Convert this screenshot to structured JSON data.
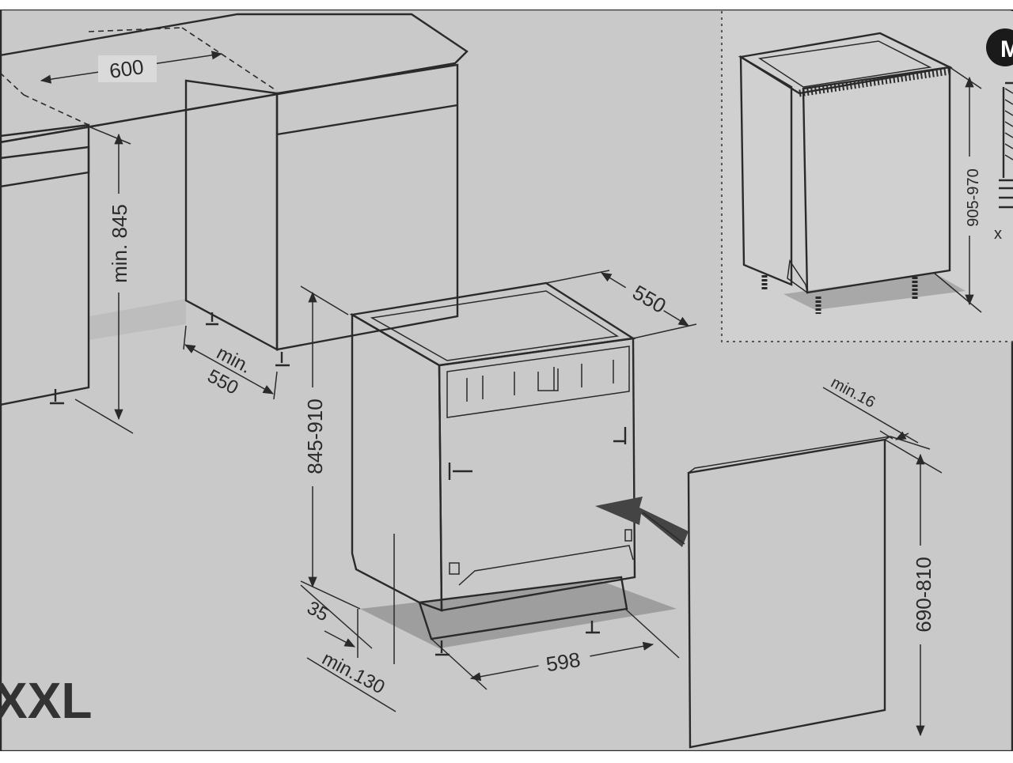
{
  "dimensions": {
    "top_width": "600",
    "min_height": "min. 845",
    "min_depth_line1": "min.",
    "min_depth_line2": "550",
    "depth": "550",
    "appliance_height": "845-910",
    "plinth_offset": "35",
    "plinth_min": "min.130",
    "appliance_width": "598",
    "panel_min_thickness": "min.16",
    "panel_height": "690-810",
    "inset_height": "905-970"
  },
  "model_label": "XXL",
  "inset_badge_letter": "M",
  "inset_multiplier": "x",
  "colors": {
    "floor": "#c9c9c9",
    "cabinet": "#d6d6d6",
    "cabinet_dark": "#a9a9a9",
    "countertop": "#d9d9d9",
    "appliance": "#ffffff",
    "outline": "#2a2a2a"
  }
}
